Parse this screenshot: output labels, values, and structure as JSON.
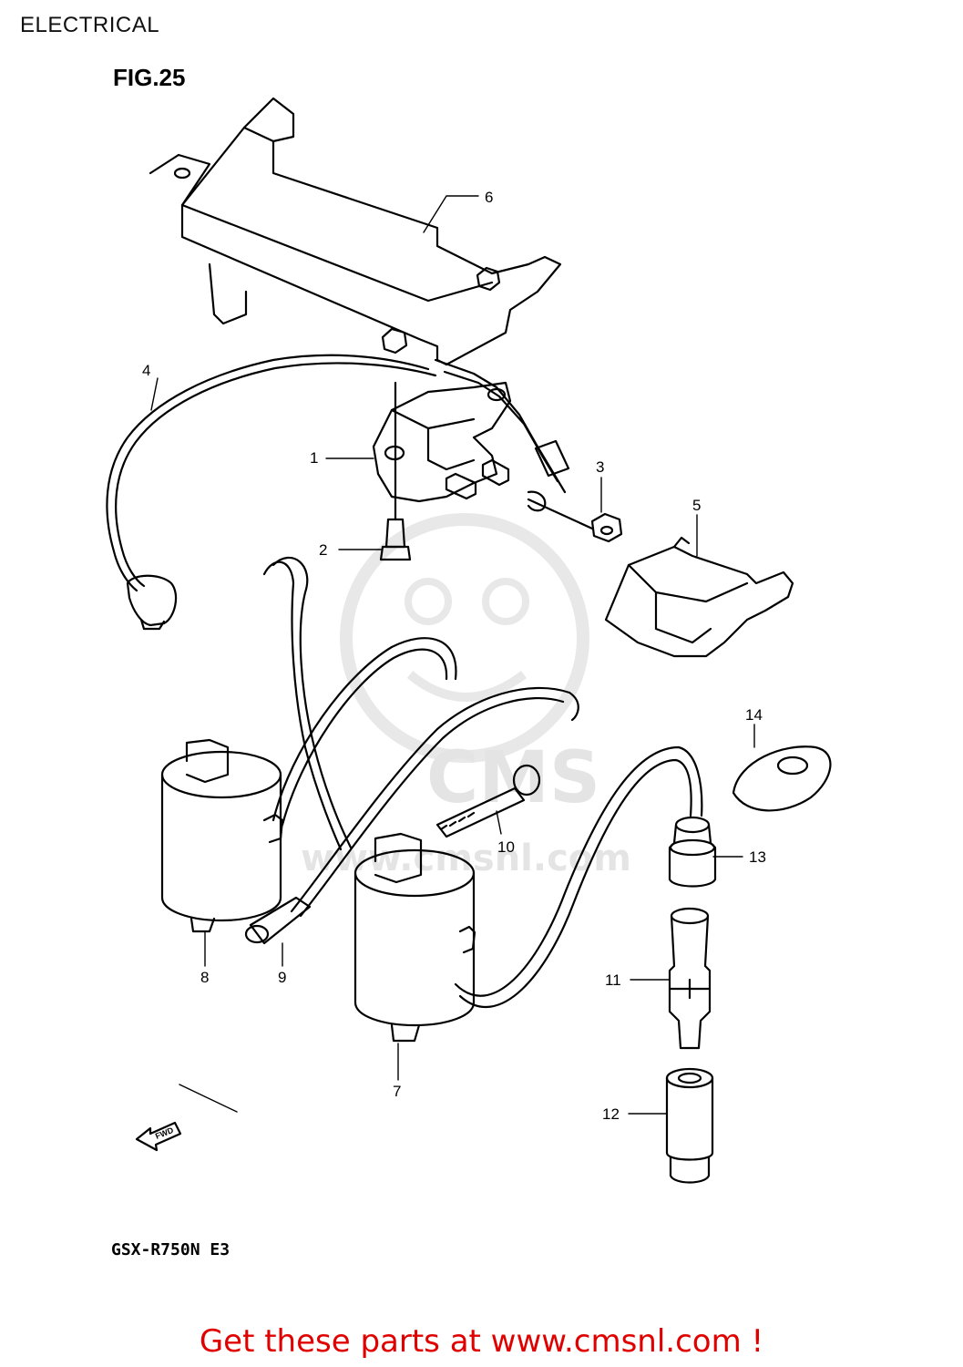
{
  "header": {
    "section": "ELECTRICAL"
  },
  "figure": {
    "label": "FIG.25",
    "model": "GSX-R750N E3"
  },
  "arrow_label": "FWD",
  "watermark": {
    "logo": "CMS",
    "url": "www.cmsnl.com"
  },
  "callouts": [
    "1",
    "2",
    "3",
    "4",
    "5",
    "6",
    "7",
    "8",
    "9",
    "10",
    "11",
    "12",
    "13",
    "14"
  ],
  "footer": {
    "text": "Get these parts at www.cmsnl.com !",
    "color": "#e00000"
  }
}
